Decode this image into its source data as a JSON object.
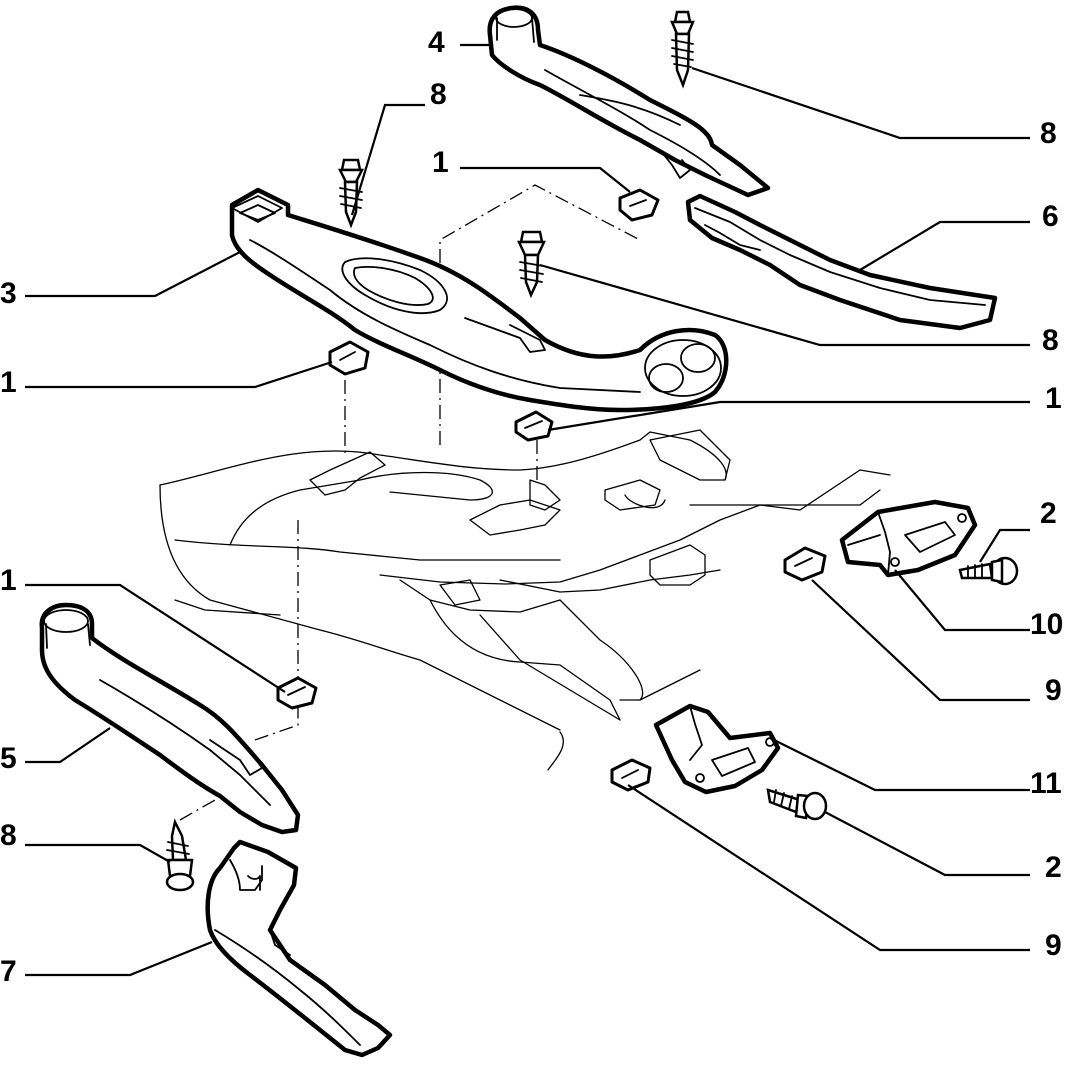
{
  "callouts": [
    {
      "id": "c4_top",
      "label": "4"
    },
    {
      "id": "c8_topright",
      "label": "8"
    },
    {
      "id": "c8_topleft",
      "label": "8"
    },
    {
      "id": "c1_top",
      "label": "1"
    },
    {
      "id": "c6",
      "label": "6"
    },
    {
      "id": "c3",
      "label": "3"
    },
    {
      "id": "c8_mid",
      "label": "8"
    },
    {
      "id": "c1_left",
      "label": "1"
    },
    {
      "id": "c1_right",
      "label": "1"
    },
    {
      "id": "c2_top",
      "label": "2"
    },
    {
      "id": "c10",
      "label": "10"
    },
    {
      "id": "c1_lower",
      "label": "1"
    },
    {
      "id": "c9_upper",
      "label": "9"
    },
    {
      "id": "c5",
      "label": "5"
    },
    {
      "id": "c11",
      "label": "11"
    },
    {
      "id": "c8_lower",
      "label": "8"
    },
    {
      "id": "c2_lower",
      "label": "2"
    },
    {
      "id": "c9_lower",
      "label": "9"
    },
    {
      "id": "c7",
      "label": "7"
    }
  ]
}
